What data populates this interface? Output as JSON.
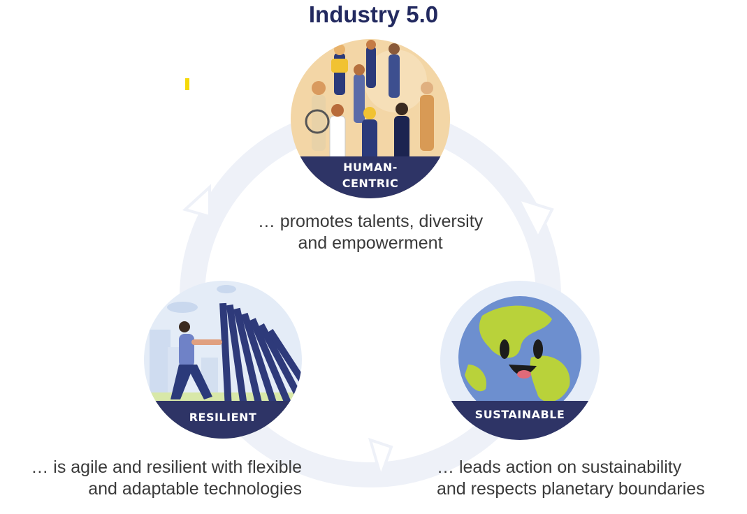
{
  "title": "Industry 5.0",
  "pillars": {
    "human": {
      "label_line1": "HUMAN-",
      "label_line2": "CENTRIC",
      "caption_line1": "… promotes talents, diversity",
      "caption_line2": "and empowerment"
    },
    "resilient": {
      "label": "RESILIENT",
      "caption_line1": "… is agile and resilient with flexible",
      "caption_line2": "and adaptable technologies"
    },
    "sustainable": {
      "label": "SUSTAINABLE",
      "caption_line1": "… leads action on sustainability",
      "caption_line2": "and respects planetary boundaries"
    }
  },
  "colors": {
    "navy": "#2e3466",
    "ring": "#eef1f8",
    "accent": "#f5d90a"
  }
}
